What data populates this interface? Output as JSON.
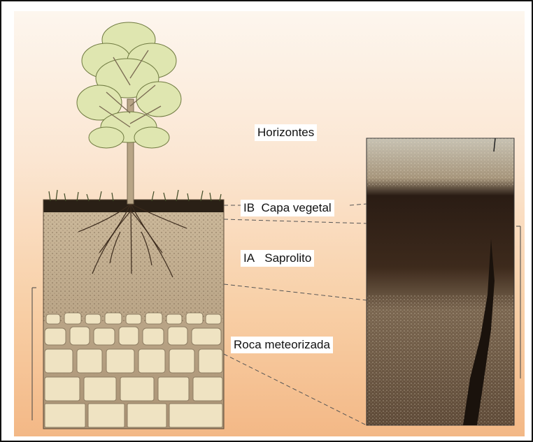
{
  "diagram": {
    "title": "Horizontes",
    "horizons": [
      {
        "code": "IB",
        "name": "Capa vegetal"
      },
      {
        "code": "IA",
        "name": "Saprolito"
      },
      {
        "code": "",
        "name": "Roca meteorizada"
      }
    ]
  },
  "colors": {
    "background_top": "#fdf6ee",
    "background_bottom": "#f3b886",
    "topsoil": "#2a2016",
    "saprolite": "#b9a488",
    "bedrock": "#efe3c2",
    "foliage": "#dfe6b0"
  }
}
